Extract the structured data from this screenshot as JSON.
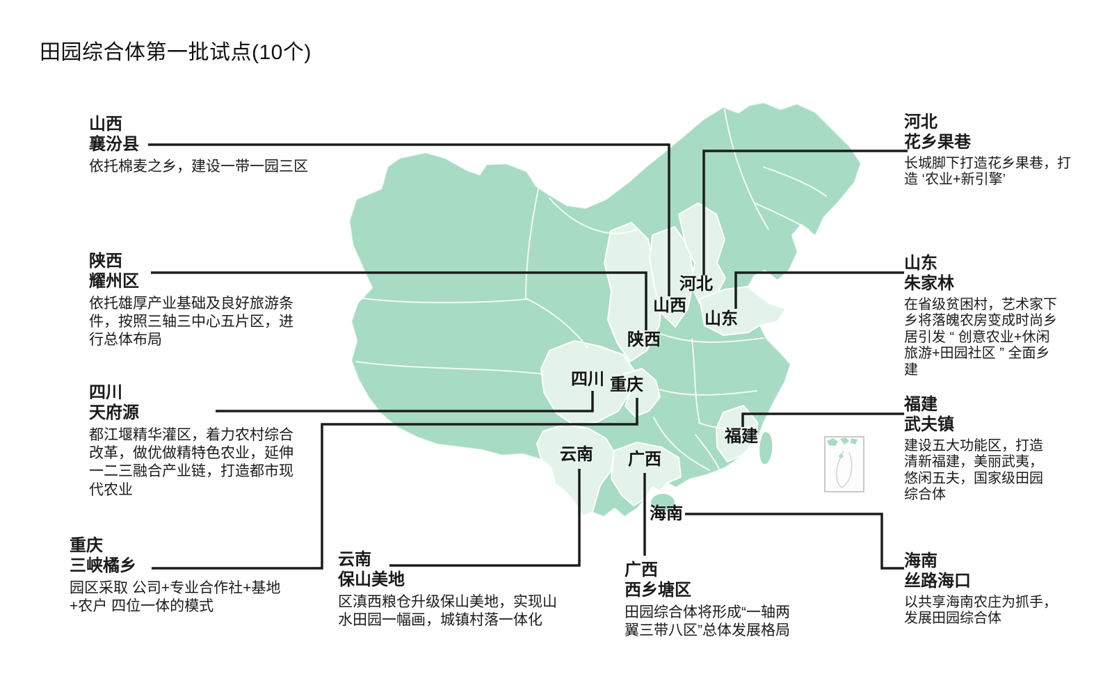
{
  "page": {
    "title": "田园综合体第一批试点(10个)"
  },
  "map": {
    "name": "china-province-map",
    "colors": {
      "province_base": "#a7dbc3",
      "province_highlight": "#e4f3ea",
      "province_border": "#ffffff",
      "connector_line": "#1c1c1c",
      "inset_border": "#c9c9c9"
    },
    "labels": [
      {
        "id": "hebei",
        "text": "河北"
      },
      {
        "id": "shanxi",
        "text": "山西"
      },
      {
        "id": "shandong",
        "text": "山东"
      },
      {
        "id": "shaanxi",
        "text": "陕西"
      },
      {
        "id": "sichuan",
        "text": "四川"
      },
      {
        "id": "chongqing",
        "text": "重庆"
      },
      {
        "id": "fujian",
        "text": "福建"
      },
      {
        "id": "yunnan",
        "text": "云南"
      },
      {
        "id": "guangxi",
        "text": "广西"
      },
      {
        "id": "hainan",
        "text": "海南"
      }
    ]
  },
  "annotations": [
    {
      "province": "山西",
      "site": "襄汾县",
      "desc": "依托棉麦之乡，建设一带一园三区"
    },
    {
      "province": "陕西",
      "site": "耀州区",
      "desc": "依托雄厚产业基础及良好旅游条件，按照三轴三中心五片区，进行总体布局"
    },
    {
      "province": "四川",
      "site": "天府源",
      "desc": "都江堰精华灌区，着力农村综合改革，做优做精特色农业，延伸一二三融合产业链，打造都市现代农业"
    },
    {
      "province": "重庆",
      "site": "三峡橘乡",
      "desc": "园区采取 公司+专业合作社+基地+农户 四位一体的模式"
    },
    {
      "province": "云南",
      "site": "保山美地",
      "desc": "区滇西粮仓升级保山美地，实现山水田园一幅画，城镇村落一体化"
    },
    {
      "province": "广西",
      "site": "西乡塘区",
      "desc": "田园综合体将形成“一轴两翼三带八区”总体发展格局"
    },
    {
      "province": "河北",
      "site": "花乡果巷",
      "desc": "长城脚下打造花乡果巷，打造 ‘农业+新引擎’"
    },
    {
      "province": "山东",
      "site": "朱家林",
      "desc": "在省级贫困村，艺术家下乡将落魄农房变成时尚乡居引发 “ 创意农业+休闲旅游+田园社区 ” 全面乡建"
    },
    {
      "province": "福建",
      "site": "武夫镇",
      "desc": "建设五大功能区，打造清新福建，美丽武夷，悠闲五夫，国家级田园综合体"
    },
    {
      "province": "海南",
      "site": "丝路海口",
      "desc": "以共享海南农庄为抓手，发展田园综合体"
    }
  ]
}
